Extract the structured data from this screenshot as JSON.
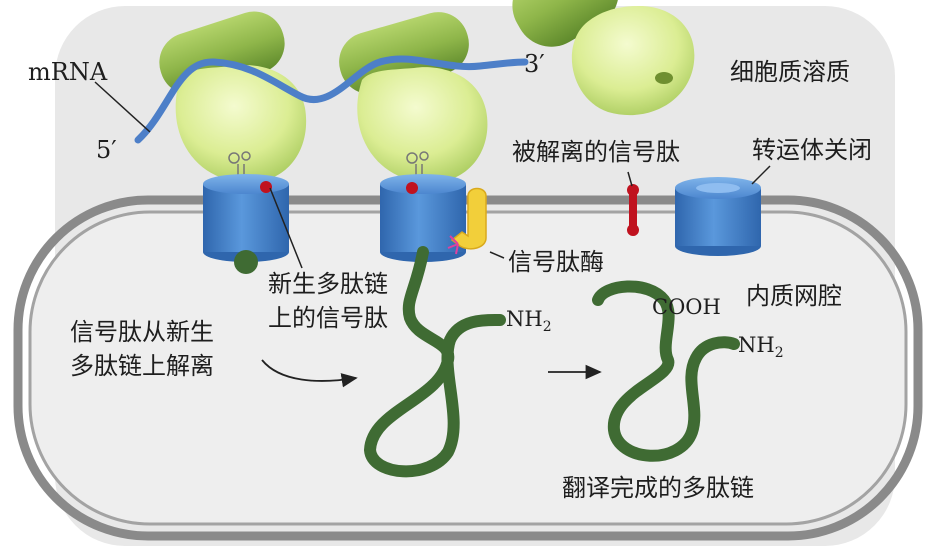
{
  "labels": {
    "mrna": "mRNA",
    "five_prime": "5′",
    "three_prime": "3′",
    "cytosol": "细胞质溶质",
    "released_signal_peptide": "被解离的信号肽",
    "translocon_closed": "转运体关闭",
    "signal_peptidase": "信号肽酶",
    "nascent_signal_line1": "新生多肽链",
    "nascent_signal_line2": "上的信号肽",
    "nh2_first": "NH",
    "nh2_first_sub": "2",
    "er_lumen": "内质网腔",
    "cooh": "COOH",
    "nh2_second": "NH",
    "nh2_second_sub": "2",
    "cleavage_line1": "信号肽从新生",
    "cleavage_line2": "多肽链上解离",
    "finished_polypeptide": "翻译完成的多肽链"
  },
  "colors": {
    "cytosol_bg": "#e6e6e6",
    "membrane": "#7f7f7f",
    "er_lumen": "#ececec",
    "ribosome_small": "#d9ec8f",
    "ribosome_large": "#8fb64a",
    "mrna": "#4d7fc8",
    "translocon": "#3f7fc6",
    "signal_peptide": "#c0121f",
    "signal_peptidase": "#f2cf3a",
    "polypeptide": "#3f6b33"
  }
}
